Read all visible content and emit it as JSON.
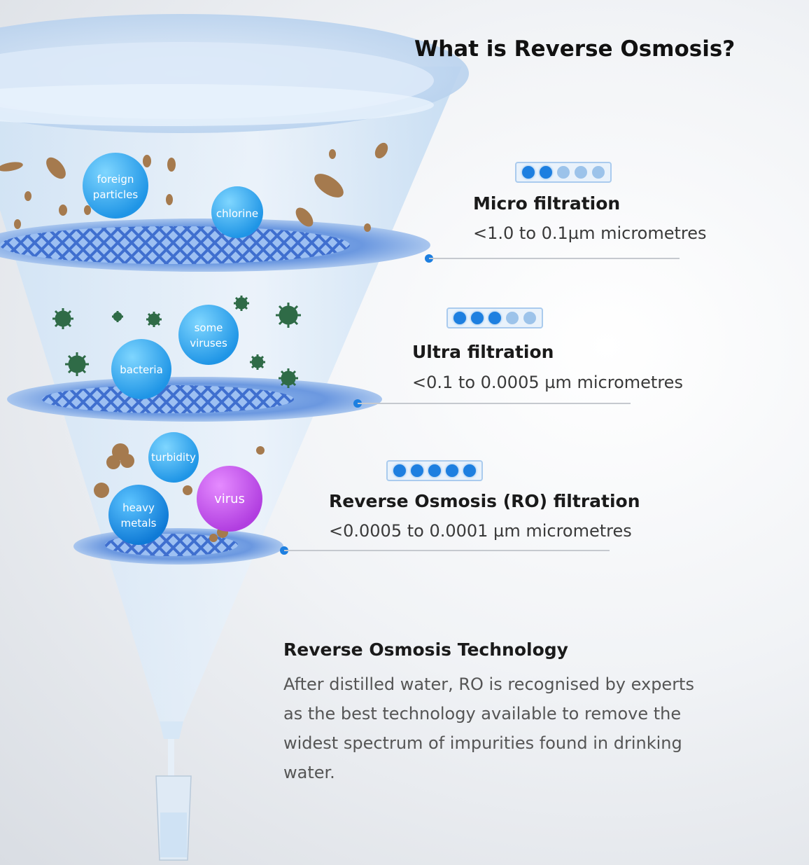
{
  "title": "What is Reverse Osmosis?",
  "stages": [
    {
      "name": "Micro filtration",
      "range": "<1.0 to 0.1µm micrometres",
      "level": 2,
      "level_max": 5,
      "contaminants": [
        "foreign\nparticles",
        "chlorine"
      ]
    },
    {
      "name": "Ultra filtration",
      "range": "<0.1  to 0.0005 µm micrometres",
      "level": 3,
      "level_max": 5,
      "contaminants": [
        "some\nviruses",
        "bacteria"
      ]
    },
    {
      "name": "Reverse Osmosis (RO) filtration",
      "range": "<0.0005 to 0.0001 µm micrometres",
      "level": 5,
      "level_max": 5,
      "contaminants": [
        "turbidity",
        "heavy\nmetals",
        "virus"
      ]
    }
  ],
  "technology": {
    "heading": "Reverse Osmosis Technology",
    "body": "After distilled water, RO is recognised by experts as the best technology available to remove the widest spectrum of impurities found in drinking water."
  },
  "colors": {
    "accent": "#1d7fe0",
    "bubble_blue": "#2aa8ee",
    "bubble_purple": "#c455e6",
    "membrane": "#4f7fd6",
    "particle": "#a57a4e",
    "germ": "#2f6b47"
  },
  "icons": [
    "funnel-icon",
    "membrane-icon",
    "germ-icon",
    "water-glass-icon"
  ]
}
